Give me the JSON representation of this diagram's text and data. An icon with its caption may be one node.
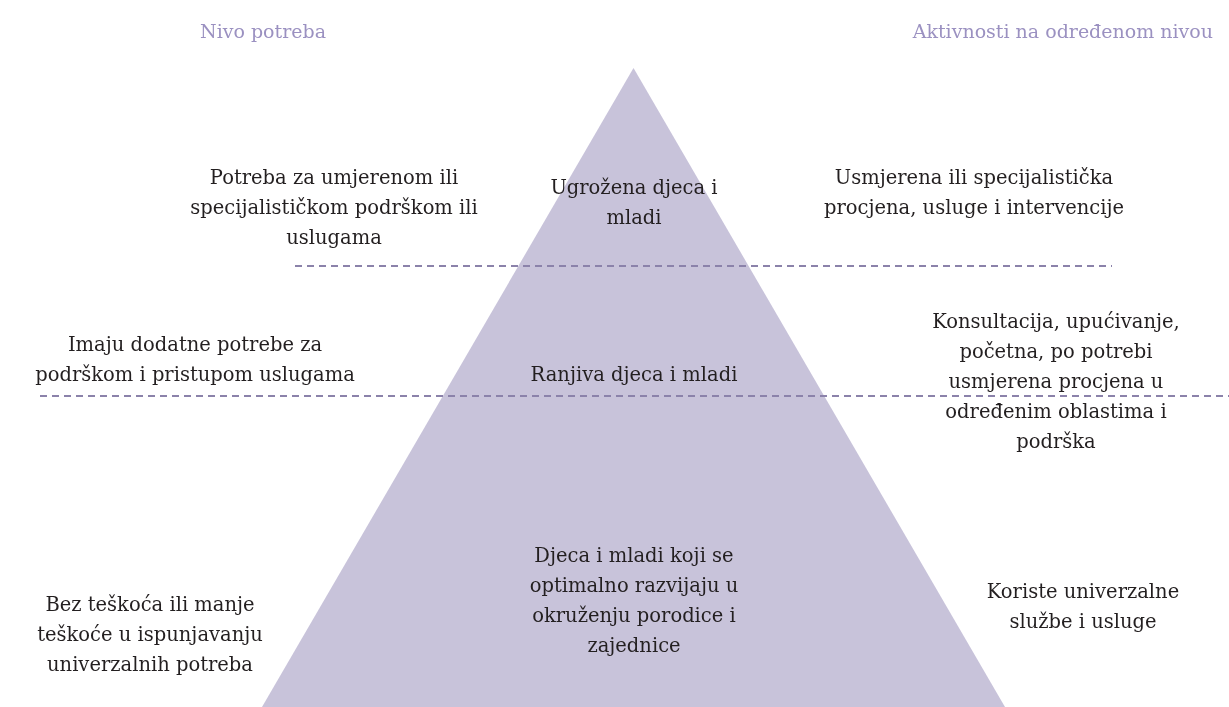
{
  "diagram": {
    "nodes": [
      {
        "text": [
          "Ugrožena djeca i mladi",
          "Ranjiva djeca i mladi",
          "Djeca i mladi koji se optimalno razvijaju u okruženju porodice i zajednice"
        ]
      }
    ],
    "labels": [
      "Nivo potreba",
      "Aktivnosti na određenom nivou",
      "Potreba za umjerenom ili specijalističkom podrškom ili uslugama",
      "Usmjerena ili specijalistička procjena, usluge i intervencije",
      "Imaju dodatne potrebe za podrškom i pristupom uslugama",
      "Konsultacija, upućivanje, početna, po potrebi usmjerena procjena u određenim oblastima i podrška",
      "Bez teškoća ili manje teškoće u ispunjavanju univerzalnih potreba",
      "Koriste univerzalne službe i usluge"
    ]
  }
}
